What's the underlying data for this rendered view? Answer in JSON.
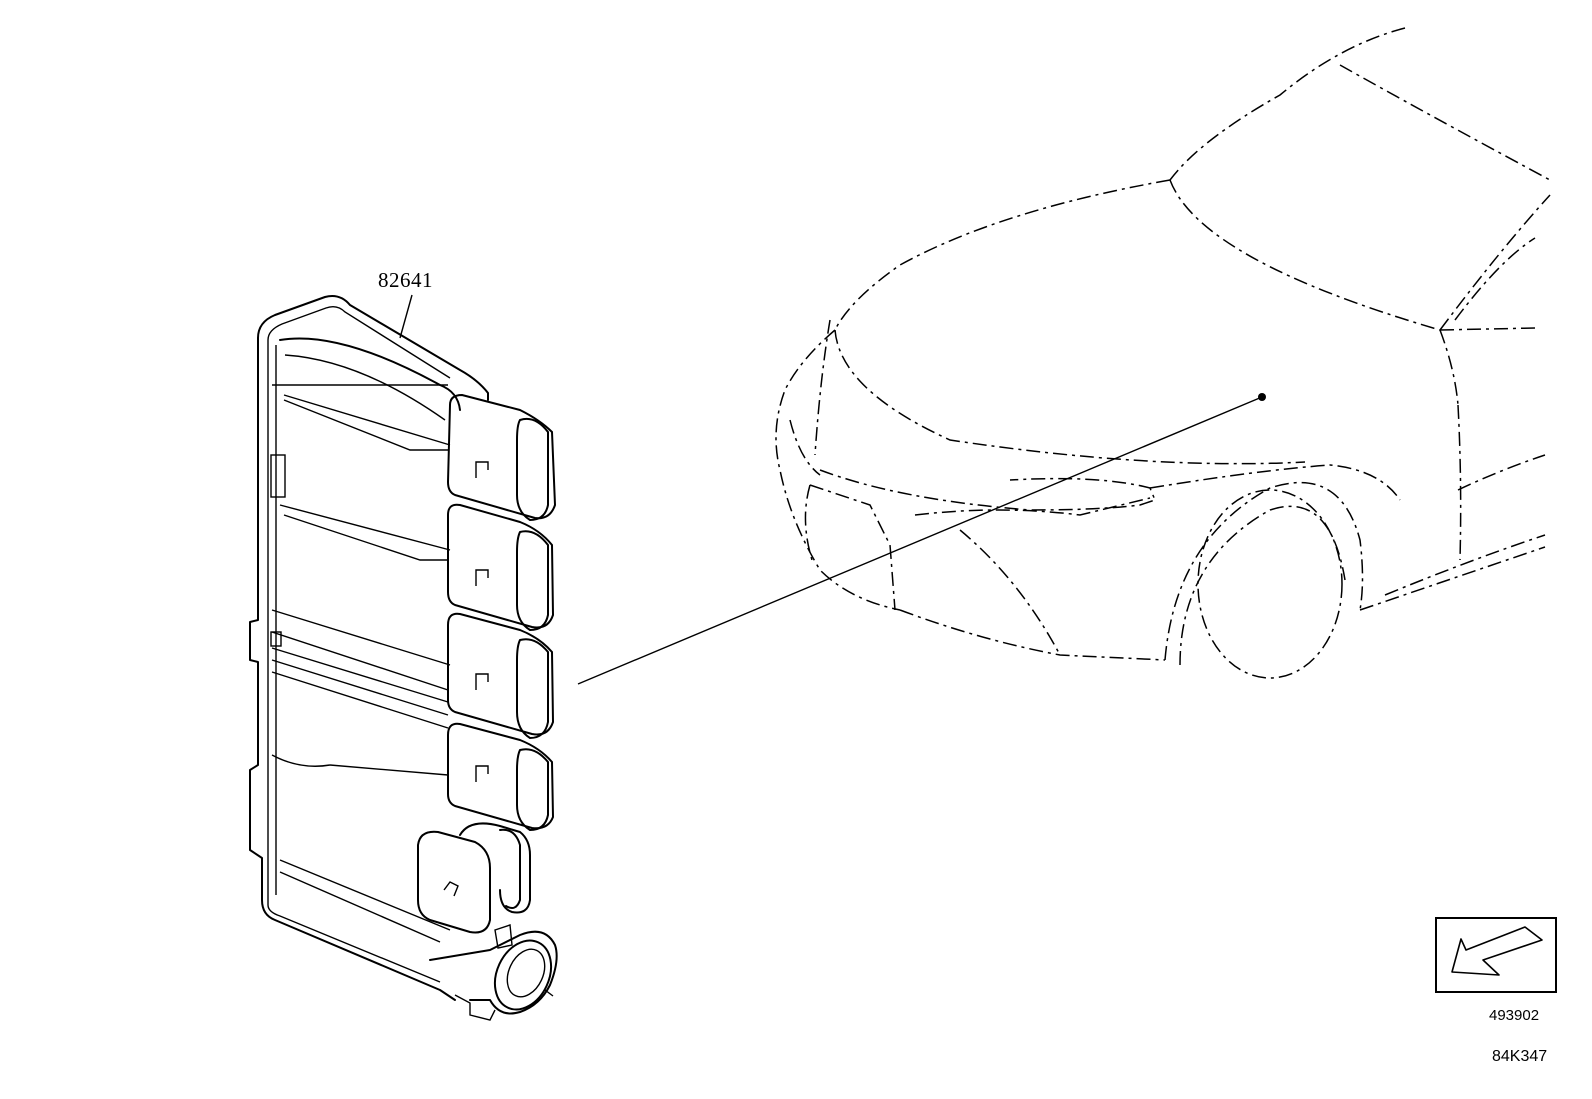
{
  "callouts": {
    "part_number": "82641"
  },
  "view_indicator": {
    "icon": "arrow-left-down-icon",
    "code": "493902"
  },
  "drawing_code": "84K347",
  "colors": {
    "line": "#000000",
    "background": "#ffffff"
  }
}
